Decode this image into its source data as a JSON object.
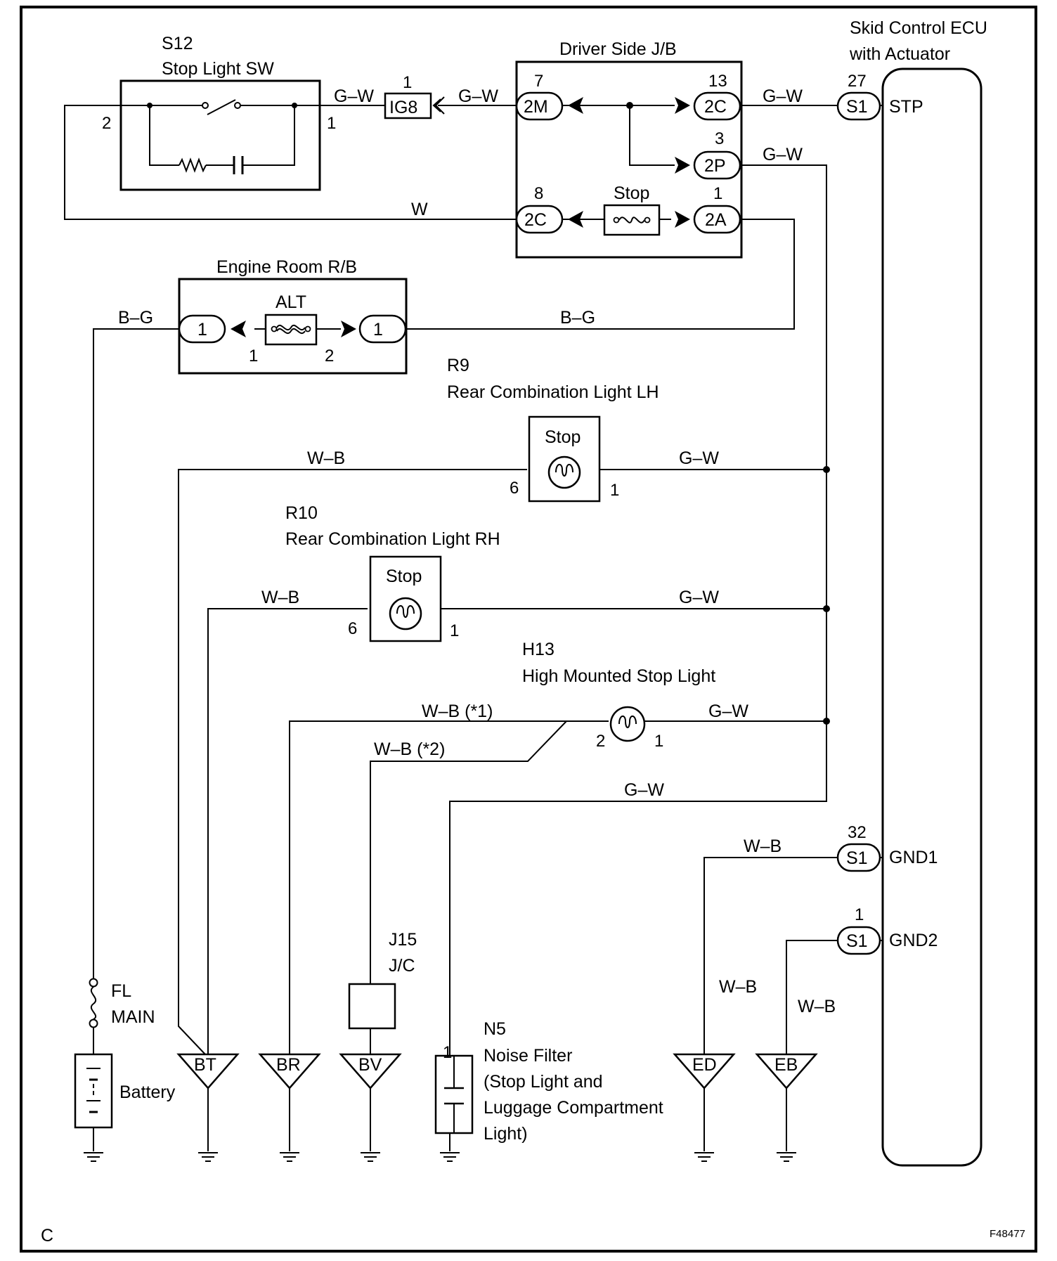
{
  "components": {
    "s12_code": "S12",
    "s12_name": "Stop Light SW",
    "jb_name": "Driver Side J/B",
    "ecu_line1": "Skid Control ECU",
    "ecu_line2": "with Actuator",
    "rb_name": "Engine Room R/B",
    "alt_fuse": "ALT",
    "stop_fuse": "Stop",
    "r9_code": "R9",
    "r9_name": "Rear Combination Light LH",
    "r9_lamp": "Stop",
    "r10_code": "R10",
    "r10_name": "Rear Combination Light RH",
    "r10_lamp": "Stop",
    "h13_code": "H13",
    "h13_name": "High Mounted Stop Light",
    "j15_code": "J15",
    "j15_name": "J/C",
    "n5_code": "N5",
    "n5_line1": "Noise Filter",
    "n5_line2": "(Stop Light and",
    "n5_line3": "Luggage Compartment",
    "n5_line4": "Light)",
    "fl_line1": "FL",
    "fl_line2": "MAIN",
    "battery": "Battery"
  },
  "connectors": {
    "ig8": "IG8",
    "jb_2m": "2M",
    "jb_2c_out": "2C",
    "jb_2p": "2P",
    "jb_2c_in": "2C",
    "jb_2a": "2A",
    "rb_left": "1",
    "rb_right": "1",
    "ecu_stp": "S1",
    "ecu_gnd1": "S1",
    "ecu_gnd2": "S1"
  },
  "ecu_terminals": {
    "stp": "STP",
    "gnd1": "GND1",
    "gnd2": "GND2"
  },
  "pins": {
    "s12_left": "2",
    "s12_right": "1",
    "ig8_pin": "1",
    "jb_7": "7",
    "jb_13": "13",
    "jb_3": "3",
    "jb_8": "8",
    "jb_1": "1",
    "ecu_27": "27",
    "ecu_32": "32",
    "ecu_1": "1",
    "alt_1": "1",
    "alt_2": "2",
    "r9_6": "6",
    "r9_1": "1",
    "r10_6": "6",
    "r10_1": "1",
    "h13_2": "2",
    "h13_1": "1",
    "n5_1": "1"
  },
  "wires": {
    "gw_s12_ig8": "G–W",
    "gw_ig8_jb": "G–W",
    "gw_jb_ecu": "G–W",
    "gw_2p": "G–W",
    "w_return": "W",
    "bg_left": "B–G",
    "bg_right": "B–G",
    "wb_r9": "W–B",
    "gw_r9": "G–W",
    "wb_r10": "W–B",
    "gw_r10": "G–W",
    "wb_h13_1": "W–B (*1)",
    "wb_h13_2": "W–B (*2)",
    "gw_h13": "G–W",
    "gw_n5": "G–W",
    "wb_gnd1": "W–B",
    "wb_ed": "W–B",
    "wb_eb": "W–B"
  },
  "grounds": {
    "bt": "BT",
    "br": "BR",
    "bv": "BV",
    "ed": "ED",
    "eb": "EB"
  },
  "footer": {
    "corner": "C",
    "figure_id": "F48477"
  }
}
